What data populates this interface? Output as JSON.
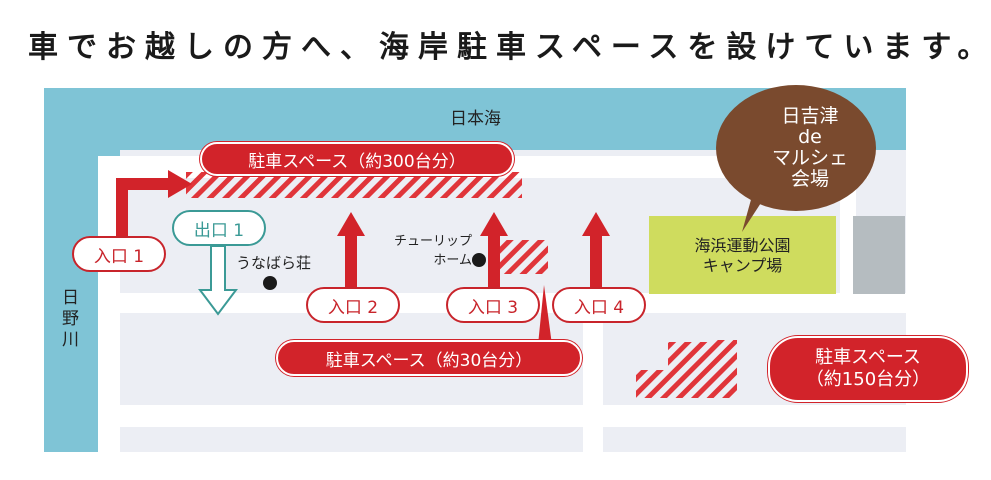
{
  "headline": "車でお越しの方へ、海岸駐車スペースを設けています。",
  "map": {
    "sea_label": "日本海",
    "river_label": [
      "日",
      "野",
      "川"
    ],
    "venue_bubble": [
      "日吉津",
      "de",
      "マルシェ",
      "会場"
    ],
    "park_label": [
      "海浜運動公園",
      "キャンプ場"
    ],
    "landmarks": {
      "unabara": "うなばら荘",
      "tulip": [
        "チューリップ",
        "ホーム"
      ]
    },
    "entrances": [
      "入口 1",
      "入口 2",
      "入口 3",
      "入口 4"
    ],
    "exit": "出口 1",
    "parking": [
      "駐車スペース（約300台分）",
      "駐車スペース（約30台分）",
      [
        "駐車スペース",
        "（約150台分）"
      ]
    ]
  },
  "colors": {
    "sea": "#7fc4d6",
    "road": "#ffffff",
    "land": "#eceef4",
    "accent_red": "#d2232a",
    "teal": "#3b9a96",
    "park": "#cfdc5e",
    "bubble": "#7a4a2e",
    "gray_block": "#b5bcc0"
  }
}
